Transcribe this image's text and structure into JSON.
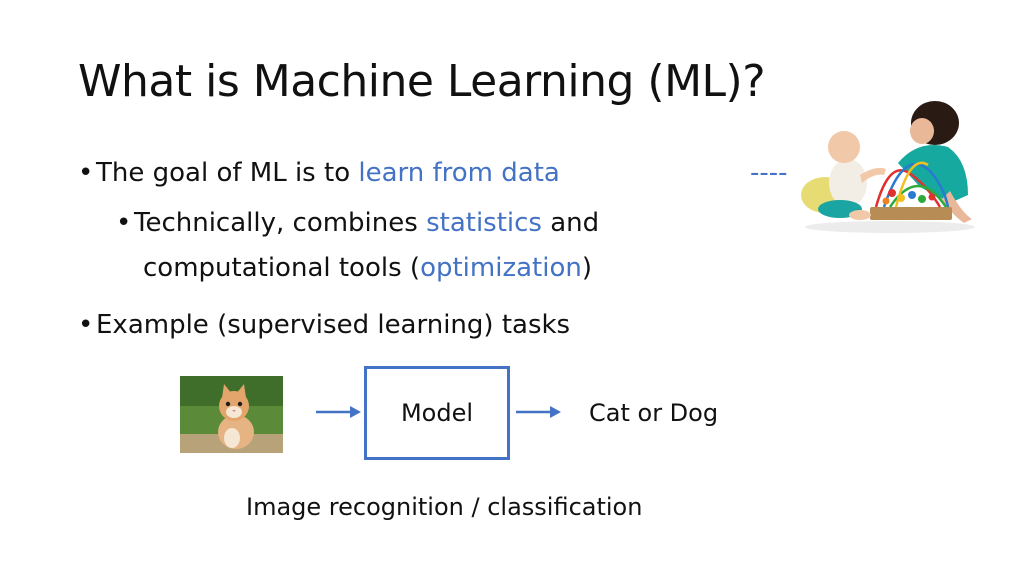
{
  "slide": {
    "title": "What is Machine Learning (ML)?",
    "bullets": [
      {
        "marker": "•",
        "pre": "The goal of ML is to ",
        "accent": "learn from data"
      },
      {
        "marker": "•",
        "pre": "Technically, combines ",
        "accent": "statistics",
        "post": " and"
      },
      {
        "pre": "computational tools (",
        "accent": "optimization",
        "post": ")"
      },
      {
        "marker": "•",
        "pre": "Example (supervised learning) tasks"
      }
    ],
    "dashes": "----",
    "diagram": {
      "model_label": "Model",
      "output_label": "Cat or Dog",
      "caption": "Image recognition / classification"
    },
    "colors": {
      "accent": "#4472c4"
    },
    "illustrations": [
      "mother-baby-toy-photo",
      "kitten-photo"
    ]
  }
}
